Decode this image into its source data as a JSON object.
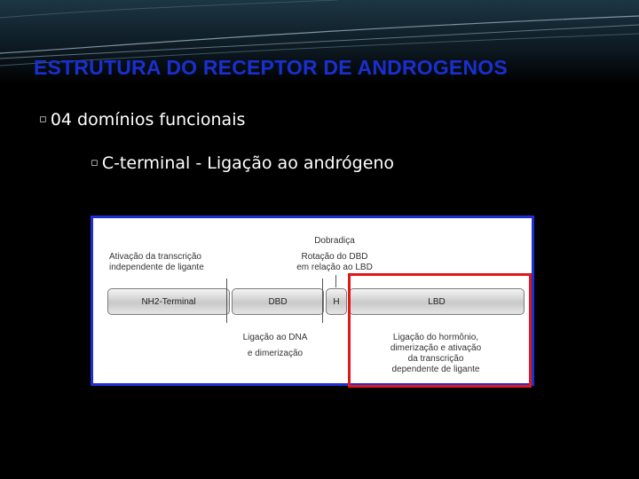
{
  "slide": {
    "title": "ESTRUTURA DO RECEPTOR DE ANDROGENOS",
    "bullets": [
      "04 domínios funcionais",
      "C-terminal - Ligação ao andrógeno"
    ],
    "bullet_icon": "small-square-bullet-icon",
    "title_color": "#1a2fd0"
  },
  "figure": {
    "label_left_top": [
      "Ativação da transcrição",
      "independente de ligante"
    ],
    "label_hinge_top": [
      "Dobradiça",
      "Rotação do DBD",
      "em relação ao LBD"
    ],
    "domains": [
      "NH2-Terminal",
      "DBD",
      "H",
      "LBD"
    ],
    "label_dbd_bottom": [
      "Ligação ao DNA",
      "e dimerização"
    ],
    "label_lbd_bottom": [
      "Ligação do hormônio,",
      "dimerização e ativação",
      "da transcrição",
      "dependente de ligante"
    ],
    "frame_color": "#1f2fd6",
    "highlight_color": "#e01818"
  }
}
